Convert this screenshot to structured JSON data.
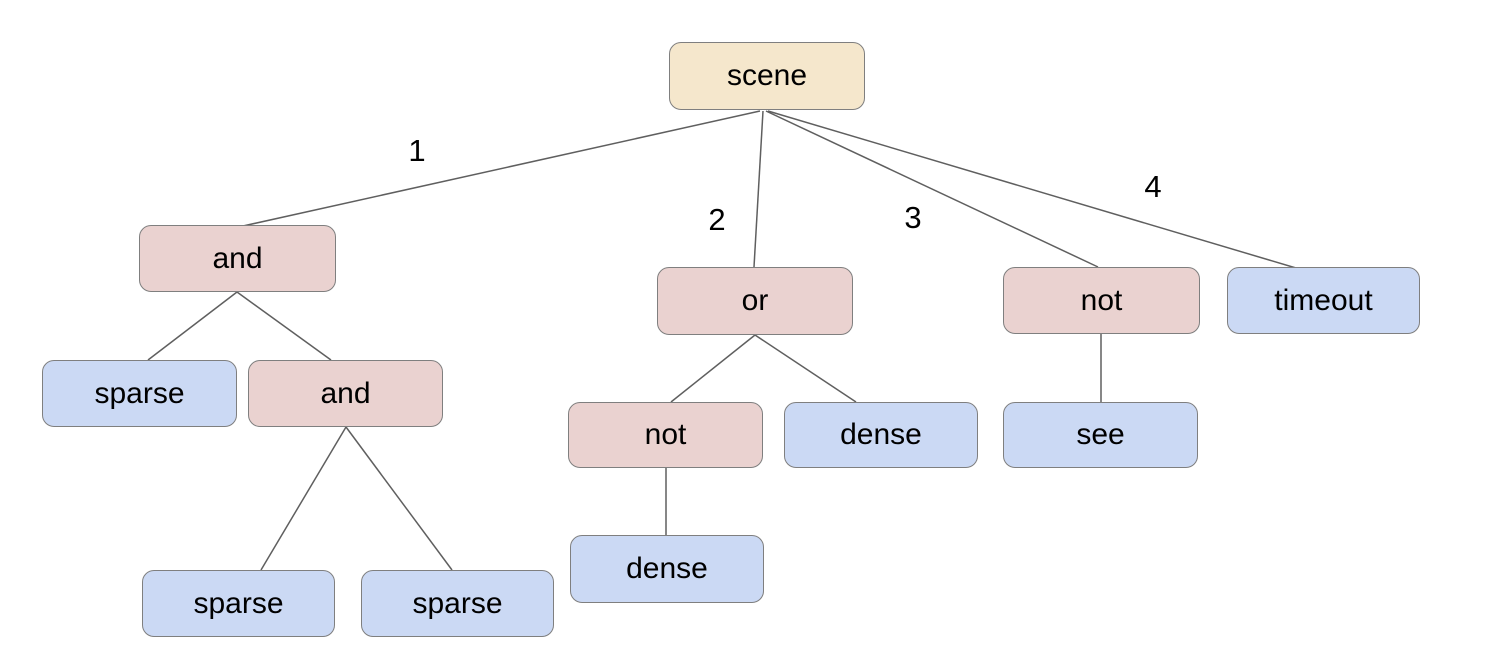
{
  "diagram": {
    "type": "tree",
    "background_color": "#ffffff",
    "colors": {
      "root_fill": "#f5e7cc",
      "operator_fill": "#ead2d0",
      "leaf_fill": "#cbd9f4",
      "node_border": "#7f7f7f",
      "edge_line": "#5f5f5f",
      "text": "#000000"
    },
    "nodes": [
      {
        "id": "scene",
        "label": "scene",
        "kind": "root"
      },
      {
        "id": "and1",
        "label": "and",
        "kind": "operator"
      },
      {
        "id": "or1",
        "label": "or",
        "kind": "operator"
      },
      {
        "id": "not1",
        "label": "not",
        "kind": "operator"
      },
      {
        "id": "timeout1",
        "label": "timeout",
        "kind": "leaf"
      },
      {
        "id": "sparse1",
        "label": "sparse",
        "kind": "leaf"
      },
      {
        "id": "and2",
        "label": "and",
        "kind": "operator"
      },
      {
        "id": "not2",
        "label": "not",
        "kind": "operator"
      },
      {
        "id": "dense1",
        "label": "dense",
        "kind": "leaf"
      },
      {
        "id": "see1",
        "label": "see",
        "kind": "leaf"
      },
      {
        "id": "sparse2",
        "label": "sparse",
        "kind": "leaf"
      },
      {
        "id": "sparse3",
        "label": "sparse",
        "kind": "leaf"
      },
      {
        "id": "dense2",
        "label": "dense",
        "kind": "leaf"
      }
    ],
    "edges": [
      {
        "from": "scene",
        "to": "and1",
        "label": "1"
      },
      {
        "from": "scene",
        "to": "or1",
        "label": "2"
      },
      {
        "from": "scene",
        "to": "not1",
        "label": "3"
      },
      {
        "from": "scene",
        "to": "timeout1",
        "label": "4"
      },
      {
        "from": "and1",
        "to": "sparse1"
      },
      {
        "from": "and1",
        "to": "and2"
      },
      {
        "from": "and2",
        "to": "sparse2"
      },
      {
        "from": "and2",
        "to": "sparse3"
      },
      {
        "from": "or1",
        "to": "not2"
      },
      {
        "from": "or1",
        "to": "dense1"
      },
      {
        "from": "not2",
        "to": "dense2"
      },
      {
        "from": "not1",
        "to": "see1"
      }
    ]
  }
}
